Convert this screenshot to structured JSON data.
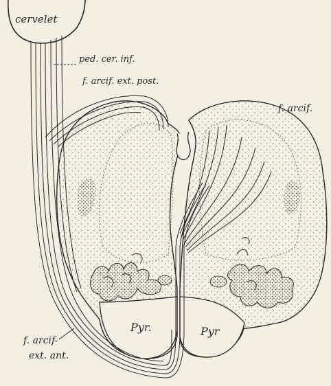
{
  "figure": {
    "labels": {
      "cervelet": "cervelet",
      "ped_cer_inf": "ped. cer. inf.",
      "f_arcif_ext_post": "f. arcif. ext. post.",
      "f_arcif": "f. arcif.",
      "f_arcif_ext_ant_1": "f. arcif-",
      "f_arcif_ext_ant_2": "ext. ant.",
      "pyr_left": "Pyr.",
      "pyr_right": "Pyr"
    },
    "colors": {
      "ink": "#2a2620",
      "paper": "#f3efe2",
      "stipple": "#8a8170"
    }
  }
}
